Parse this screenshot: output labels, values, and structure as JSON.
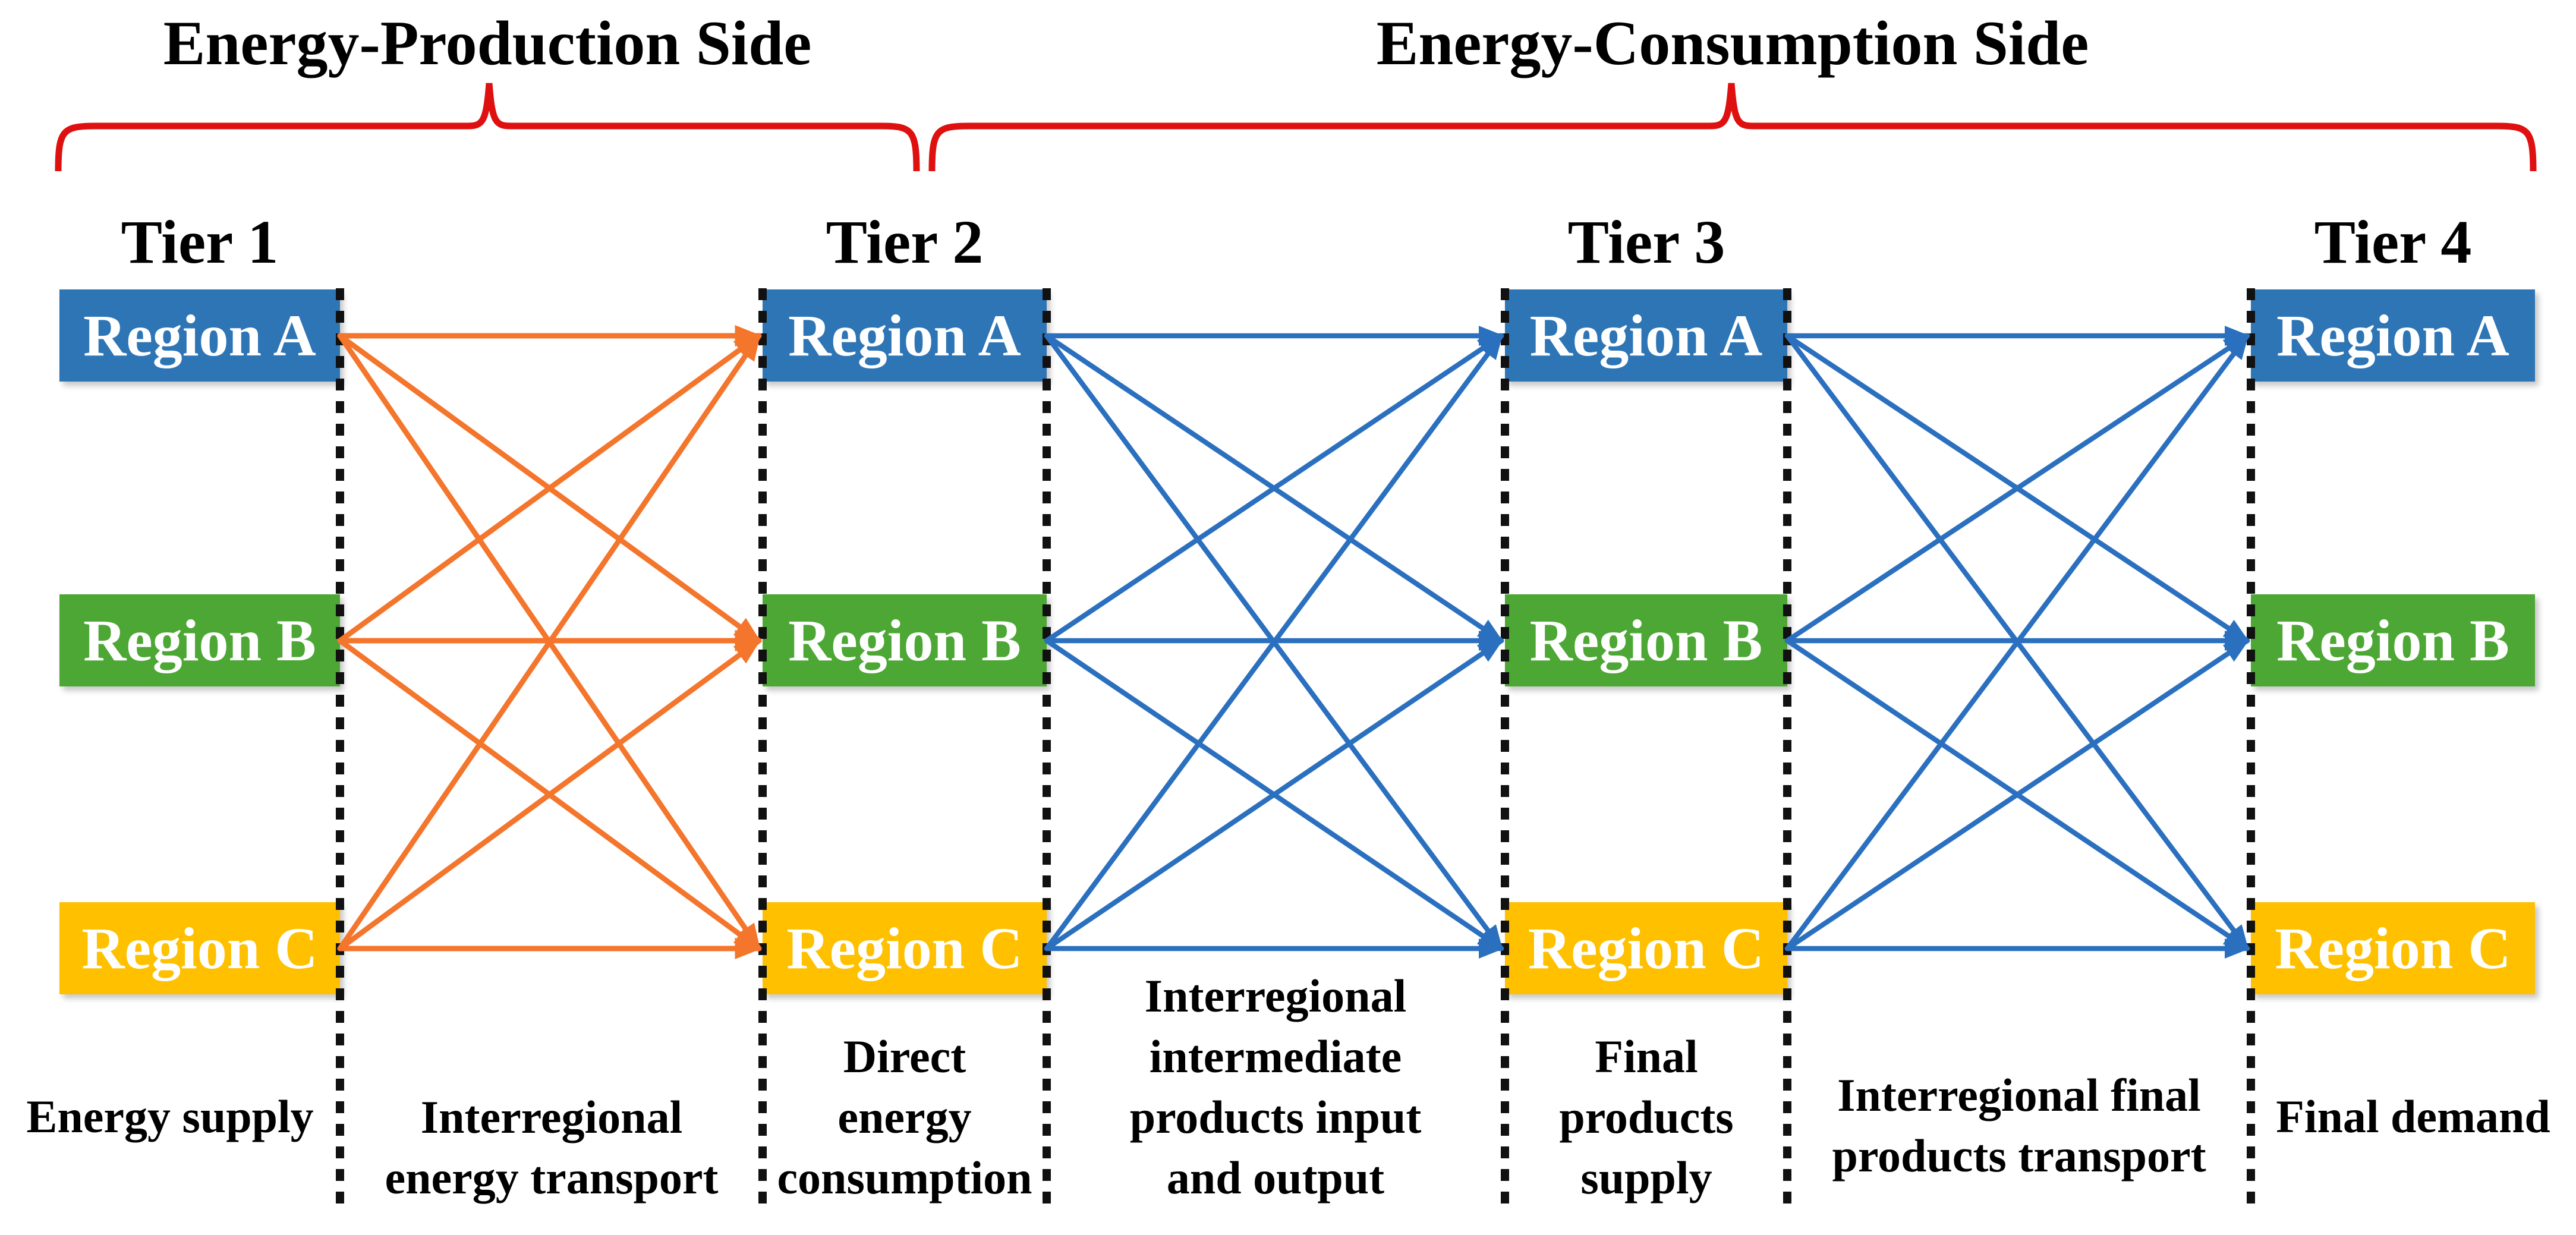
{
  "sides": {
    "production": "Energy-Production Side",
    "consumption": "Energy-Consumption Side"
  },
  "tiers": [
    {
      "label": "Tier 1",
      "regions": [
        {
          "label": "Region A"
        },
        {
          "label": "Region B"
        },
        {
          "label": "Region C"
        }
      ]
    },
    {
      "label": "Tier 2",
      "regions": [
        {
          "label": "Region A"
        },
        {
          "label": "Region B"
        },
        {
          "label": "Region C"
        }
      ]
    },
    {
      "label": "Tier 3",
      "regions": [
        {
          "label": "Region A"
        },
        {
          "label": "Region B"
        },
        {
          "label": "Region C"
        }
      ]
    },
    {
      "label": "Tier 4",
      "regions": [
        {
          "label": "Region A"
        },
        {
          "label": "Region B"
        },
        {
          "label": "Region C"
        }
      ]
    }
  ],
  "captions": {
    "tier1": "Energy supply",
    "flow12": "Interregional\nenergy transport",
    "tier2": "Direct\nenergy\nconsumption",
    "flow23": "Interregional\nintermediate\nproducts input\nand output",
    "tier3": "Final\nproducts\nsupply",
    "flow34": "Interregional final\nproducts transport",
    "tier4": "Final demand"
  },
  "flows": [
    {
      "from_tier": 1,
      "to_tier": 2,
      "color_key": "arrow-orange",
      "connectivity": "every region to every region"
    },
    {
      "from_tier": 2,
      "to_tier": 3,
      "color_key": "arrow-blue",
      "connectivity": "every region to every region"
    },
    {
      "from_tier": 3,
      "to_tier": 4,
      "color_key": "arrow-blue",
      "connectivity": "every region to every region"
    }
  ],
  "colors": {
    "region-a": "#2E75B6",
    "region-b": "#4CA734",
    "region-c": "#FFC000",
    "arrow-orange": "#F4752C",
    "arrow-blue": "#2B70BF",
    "brace-red": "#DE1010",
    "separator-black": "#111111",
    "text-black": "#000000",
    "region-text-white": "#FFFFFF"
  }
}
